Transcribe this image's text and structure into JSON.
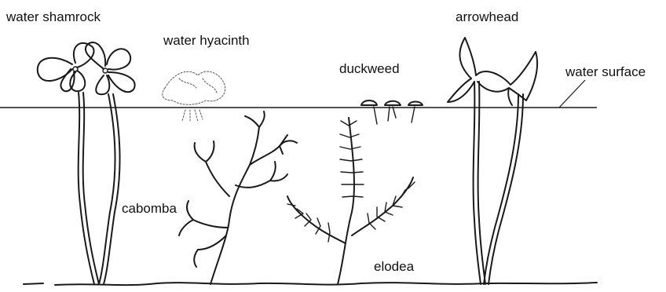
{
  "labels": {
    "water_shamrock": "water shamrock",
    "water_hyacinth": "water hyacinth",
    "duckweed": "duckweed",
    "arrowhead": "arrowhead",
    "water_surface": "water surface",
    "cabomba": "cabomba",
    "elodea": "elodea"
  }
}
